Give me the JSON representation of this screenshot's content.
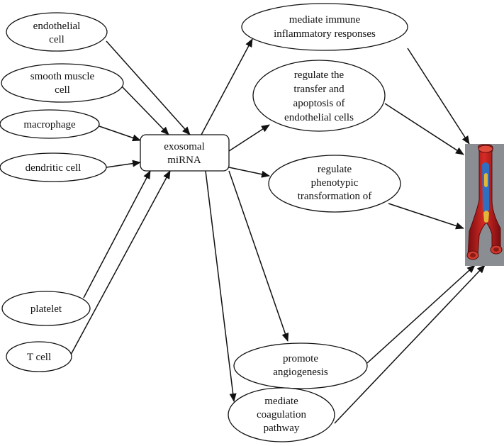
{
  "sources": [
    {
      "id": "endothelial-cell",
      "lines": [
        "endothelial",
        "cell"
      ]
    },
    {
      "id": "smooth-muscle-cell",
      "lines": [
        "smooth muscle",
        "cell"
      ]
    },
    {
      "id": "macrophage",
      "lines": [
        "macrophage"
      ]
    },
    {
      "id": "dendritic-cell",
      "lines": [
        "dendritic cell"
      ]
    },
    {
      "id": "platelet",
      "lines": [
        "platelet"
      ]
    },
    {
      "id": "t-cell",
      "lines": [
        "T cell"
      ]
    }
  ],
  "center": {
    "id": "exosomal-mirna",
    "lines": [
      "exosomal",
      "miRNA"
    ]
  },
  "effects": [
    {
      "id": "mediate-immune",
      "lines": [
        "mediate immune",
        "inflammatory responses"
      ]
    },
    {
      "id": "regulate-transfer",
      "lines": [
        "regulate the",
        "transfer and",
        "apoptosis of",
        "endothelial cells"
      ]
    },
    {
      "id": "regulate-phenotypic",
      "lines": [
        "regulate",
        "phenotypic",
        "transformation of"
      ]
    },
    {
      "id": "promote-angiogenesis",
      "lines": [
        "promote",
        "angiogenesis"
      ]
    },
    {
      "id": "mediate-coagulation",
      "lines": [
        "mediate",
        "coagulation",
        "pathway"
      ]
    }
  ],
  "image": {
    "id": "blood-vessel-illustration",
    "icon": "artery-bifurcation-icon"
  },
  "colors": {
    "vessel_red": "#c0191c",
    "vessel_dark": "#7a0d10",
    "plaque_blue": "#2f6fc2",
    "plaque_yellow": "#e0b73a",
    "image_bg": "#8a8e93"
  }
}
